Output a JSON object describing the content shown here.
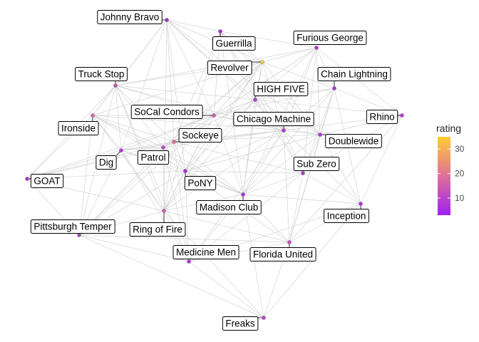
{
  "legend": {
    "title": "rating",
    "ticks": [
      10,
      20,
      30
    ],
    "min": 3,
    "max": 35,
    "colors": {
      "low": "#a020f0",
      "high": "#ffcc33"
    }
  },
  "colors": {
    "edge": "#d4d4d4",
    "node_stroke": "#7a7a7a",
    "label_border": "#000000"
  },
  "nodes": [
    {
      "id": "johnny-bravo",
      "name": "Johnny Bravo",
      "rating": 5
    },
    {
      "id": "guerrilla",
      "name": "Guerrilla",
      "rating": 5
    },
    {
      "id": "furious-george",
      "name": "Furious George",
      "rating": 7
    },
    {
      "id": "revolver",
      "name": "Revolver",
      "rating": 35
    },
    {
      "id": "truck-stop",
      "name": "Truck Stop",
      "rating": 12
    },
    {
      "id": "chain-lightning",
      "name": "Chain Lightning",
      "rating": 6
    },
    {
      "id": "high-five",
      "name": "HIGH FIVE",
      "rating": 8
    },
    {
      "id": "socal-condors",
      "name": "SoCal Condors",
      "rating": 14
    },
    {
      "id": "rhino",
      "name": "Rhino",
      "rating": 8
    },
    {
      "id": "chicago-machine",
      "name": "Chicago Machine",
      "rating": 6
    },
    {
      "id": "ironside",
      "name": "Ironside",
      "rating": 17
    },
    {
      "id": "sockeye",
      "name": "Sockeye",
      "rating": 18
    },
    {
      "id": "doublewide",
      "name": "Doublewide",
      "rating": 6
    },
    {
      "id": "patrol",
      "name": "Patrol",
      "rating": 10
    },
    {
      "id": "dig",
      "name": "Dig",
      "rating": 8
    },
    {
      "id": "sub-zero",
      "name": "Sub Zero",
      "rating": 7
    },
    {
      "id": "goat",
      "name": "GOAT",
      "rating": 6
    },
    {
      "id": "pony",
      "name": "PoNY",
      "rating": 5
    },
    {
      "id": "madison-club",
      "name": "Madison Club",
      "rating": 5
    },
    {
      "id": "inception",
      "name": "Inception",
      "rating": 6
    },
    {
      "id": "pittsburgh-temper",
      "name": "Pittsburgh Temper",
      "rating": 10
    },
    {
      "id": "ring-of-fire",
      "name": "Ring of Fire",
      "rating": 15
    },
    {
      "id": "medicine-men",
      "name": "Medicine Men",
      "rating": 7
    },
    {
      "id": "florida-united",
      "name": "Florida United",
      "rating": 12
    },
    {
      "id": "freaks",
      "name": "Freaks",
      "rating": 9
    }
  ],
  "edges": [
    [
      "johnny-bravo",
      "guerrilla"
    ],
    [
      "johnny-bravo",
      "revolver"
    ],
    [
      "johnny-bravo",
      "truck-stop"
    ],
    [
      "johnny-bravo",
      "socal-condors"
    ],
    [
      "johnny-bravo",
      "sockeye"
    ],
    [
      "johnny-bravo",
      "high-five"
    ],
    [
      "johnny-bravo",
      "chicago-machine"
    ],
    [
      "johnny-bravo",
      "ironside"
    ],
    [
      "johnny-bravo",
      "ring-of-fire"
    ],
    [
      "johnny-bravo",
      "doublewide"
    ],
    [
      "johnny-bravo",
      "pony"
    ],
    [
      "johnny-bravo",
      "dig"
    ],
    [
      "guerrilla",
      "revolver"
    ],
    [
      "guerrilla",
      "furious-george"
    ],
    [
      "guerrilla",
      "socal-condors"
    ],
    [
      "guerrilla",
      "sockeye"
    ],
    [
      "guerrilla",
      "high-five"
    ],
    [
      "guerrilla",
      "chicago-machine"
    ],
    [
      "guerrilla",
      "sub-zero"
    ],
    [
      "guerrilla",
      "madison-club"
    ],
    [
      "guerrilla",
      "ring-of-fire"
    ],
    [
      "guerrilla",
      "doublewide"
    ],
    [
      "furious-george",
      "revolver"
    ],
    [
      "furious-george",
      "chain-lightning"
    ],
    [
      "furious-george",
      "high-five"
    ],
    [
      "furious-george",
      "chicago-machine"
    ],
    [
      "furious-george",
      "doublewide"
    ],
    [
      "furious-george",
      "sockeye"
    ],
    [
      "furious-george",
      "socal-condors"
    ],
    [
      "furious-george",
      "sub-zero"
    ],
    [
      "furious-george",
      "madison-club"
    ],
    [
      "furious-george",
      "rhino"
    ],
    [
      "furious-george",
      "truck-stop"
    ],
    [
      "revolver",
      "high-five"
    ],
    [
      "revolver",
      "sockeye"
    ],
    [
      "revolver",
      "socal-condors"
    ],
    [
      "revolver",
      "chicago-machine"
    ],
    [
      "revolver",
      "truck-stop"
    ],
    [
      "revolver",
      "ring-of-fire"
    ],
    [
      "revolver",
      "patrol"
    ],
    [
      "revolver",
      "pony"
    ],
    [
      "revolver",
      "doublewide"
    ],
    [
      "revolver",
      "chain-lightning"
    ],
    [
      "revolver",
      "madison-club"
    ],
    [
      "revolver",
      "ironside"
    ],
    [
      "truck-stop",
      "socal-condors"
    ],
    [
      "truck-stop",
      "ironside"
    ],
    [
      "truck-stop",
      "dig"
    ],
    [
      "truck-stop",
      "patrol"
    ],
    [
      "truck-stop",
      "goat"
    ],
    [
      "truck-stop",
      "sockeye"
    ],
    [
      "truck-stop",
      "pittsburgh-temper"
    ],
    [
      "truck-stop",
      "ring-of-fire"
    ],
    [
      "truck-stop",
      "high-five"
    ],
    [
      "truck-stop",
      "chicago-machine"
    ],
    [
      "truck-stop",
      "medicine-men"
    ],
    [
      "chain-lightning",
      "high-five"
    ],
    [
      "chain-lightning",
      "chicago-machine"
    ],
    [
      "chain-lightning",
      "doublewide"
    ],
    [
      "chain-lightning",
      "rhino"
    ],
    [
      "chain-lightning",
      "sub-zero"
    ],
    [
      "chain-lightning",
      "inception"
    ],
    [
      "chain-lightning",
      "socal-condors"
    ],
    [
      "chain-lightning",
      "madison-club"
    ],
    [
      "chain-lightning",
      "florida-united"
    ],
    [
      "high-five",
      "chicago-machine"
    ],
    [
      "high-five",
      "sockeye"
    ],
    [
      "high-five",
      "socal-condors"
    ],
    [
      "high-five",
      "doublewide"
    ],
    [
      "high-five",
      "sub-zero"
    ],
    [
      "high-five",
      "pony"
    ],
    [
      "high-five",
      "madison-club"
    ],
    [
      "high-five",
      "patrol"
    ],
    [
      "high-five",
      "ring-of-fire"
    ],
    [
      "high-five",
      "rhino"
    ],
    [
      "high-five",
      "dig"
    ],
    [
      "socal-condors",
      "sockeye"
    ],
    [
      "socal-condors",
      "ironside"
    ],
    [
      "socal-condors",
      "patrol"
    ],
    [
      "socal-condors",
      "dig"
    ],
    [
      "socal-condors",
      "chicago-machine"
    ],
    [
      "socal-condors",
      "pony"
    ],
    [
      "socal-condors",
      "ring-of-fire"
    ],
    [
      "socal-condors",
      "goat"
    ],
    [
      "socal-condors",
      "madison-club"
    ],
    [
      "socal-condors",
      "doublewide"
    ],
    [
      "socal-condors",
      "pittsburgh-temper"
    ],
    [
      "rhino",
      "chicago-machine"
    ],
    [
      "rhino",
      "doublewide"
    ],
    [
      "rhino",
      "inception"
    ],
    [
      "rhino",
      "sub-zero"
    ],
    [
      "rhino",
      "florida-united"
    ],
    [
      "chicago-machine",
      "sockeye"
    ],
    [
      "chicago-machine",
      "doublewide"
    ],
    [
      "chicago-machine",
      "sub-zero"
    ],
    [
      "chicago-machine",
      "madison-club"
    ],
    [
      "chicago-machine",
      "pony"
    ],
    [
      "chicago-machine",
      "inception"
    ],
    [
      "chicago-machine",
      "ironside"
    ],
    [
      "chicago-machine",
      "patrol"
    ],
    [
      "chicago-machine",
      "florida-united"
    ],
    [
      "chicago-machine",
      "medicine-men"
    ],
    [
      "chicago-machine",
      "ring-of-fire"
    ],
    [
      "chicago-machine",
      "dig"
    ],
    [
      "ironside",
      "sockeye"
    ],
    [
      "ironside",
      "dig"
    ],
    [
      "ironside",
      "patrol"
    ],
    [
      "ironside",
      "goat"
    ],
    [
      "ironside",
      "pittsburgh-temper"
    ],
    [
      "ironside",
      "ring-of-fire"
    ],
    [
      "ironside",
      "pony"
    ],
    [
      "ironside",
      "madison-club"
    ],
    [
      "sockeye",
      "patrol"
    ],
    [
      "sockeye",
      "dig"
    ],
    [
      "sockeye",
      "pony"
    ],
    [
      "sockeye",
      "ring-of-fire"
    ],
    [
      "sockeye",
      "madison-club"
    ],
    [
      "sockeye",
      "doublewide"
    ],
    [
      "sockeye",
      "sub-zero"
    ],
    [
      "sockeye",
      "goat"
    ],
    [
      "sockeye",
      "medicine-men"
    ],
    [
      "sockeye",
      "pittsburgh-temper"
    ],
    [
      "doublewide",
      "sub-zero"
    ],
    [
      "doublewide",
      "madison-club"
    ],
    [
      "doublewide",
      "inception"
    ],
    [
      "doublewide",
      "florida-united"
    ],
    [
      "doublewide",
      "pony"
    ],
    [
      "patrol",
      "dig"
    ],
    [
      "patrol",
      "pony"
    ],
    [
      "patrol",
      "ring-of-fire"
    ],
    [
      "patrol",
      "goat"
    ],
    [
      "patrol",
      "madison-club"
    ],
    [
      "patrol",
      "pittsburgh-temper"
    ],
    [
      "patrol",
      "medicine-men"
    ],
    [
      "dig",
      "goat"
    ],
    [
      "dig",
      "pittsburgh-temper"
    ],
    [
      "dig",
      "ring-of-fire"
    ],
    [
      "dig",
      "pony"
    ],
    [
      "dig",
      "medicine-men"
    ],
    [
      "dig",
      "madison-club"
    ],
    [
      "sub-zero",
      "madison-club"
    ],
    [
      "sub-zero",
      "inception"
    ],
    [
      "sub-zero",
      "florida-united"
    ],
    [
      "sub-zero",
      "pony"
    ],
    [
      "sub-zero",
      "medicine-men"
    ],
    [
      "goat",
      "pittsburgh-temper"
    ],
    [
      "goat",
      "ring-of-fire"
    ],
    [
      "goat",
      "pony"
    ],
    [
      "pony",
      "madison-club"
    ],
    [
      "pony",
      "ring-of-fire"
    ],
    [
      "pony",
      "medicine-men"
    ],
    [
      "pony",
      "florida-united"
    ],
    [
      "pony",
      "pittsburgh-temper"
    ],
    [
      "madison-club",
      "inception"
    ],
    [
      "madison-club",
      "florida-united"
    ],
    [
      "madison-club",
      "medicine-men"
    ],
    [
      "madison-club",
      "ring-of-fire"
    ],
    [
      "madison-club",
      "freaks"
    ],
    [
      "inception",
      "florida-united"
    ],
    [
      "inception",
      "medicine-men"
    ],
    [
      "inception",
      "freaks"
    ],
    [
      "pittsburgh-temper",
      "ring-of-fire"
    ],
    [
      "pittsburgh-temper",
      "medicine-men"
    ],
    [
      "pittsburgh-temper",
      "florida-united"
    ],
    [
      "pittsburgh-temper",
      "freaks"
    ],
    [
      "ring-of-fire",
      "medicine-men"
    ],
    [
      "ring-of-fire",
      "florida-united"
    ],
    [
      "ring-of-fire",
      "freaks"
    ],
    [
      "medicine-men",
      "florida-united"
    ],
    [
      "medicine-men",
      "freaks"
    ],
    [
      "florida-united",
      "freaks"
    ]
  ]
}
